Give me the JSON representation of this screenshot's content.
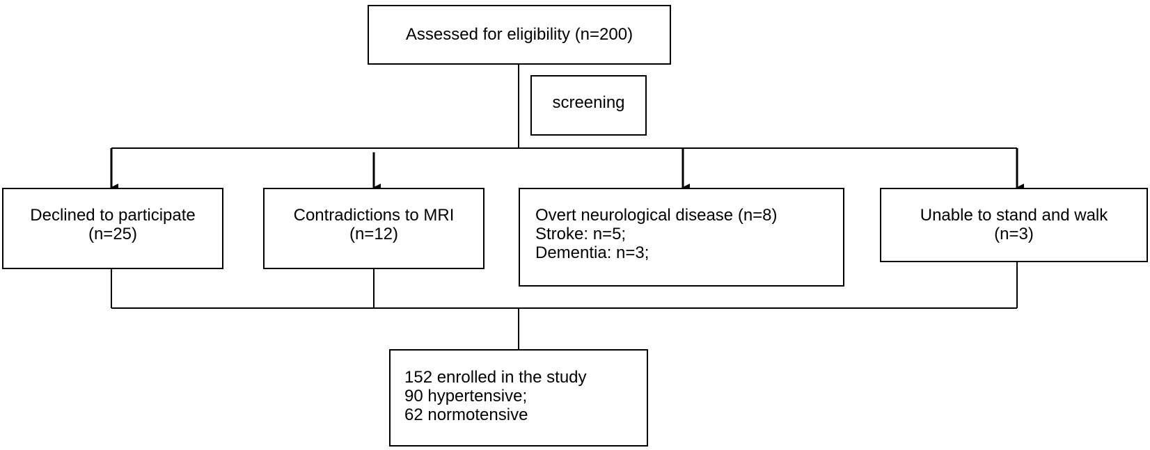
{
  "flow": {
    "assessed": {
      "lines": [
        "Assessed for eligibility (n=200)"
      ]
    },
    "screening": {
      "lines": [
        "screening"
      ]
    },
    "exclusions": [
      {
        "lines": [
          "Declined to participate",
          "(n=25)"
        ]
      },
      {
        "lines": [
          "Contradictions to MRI",
          "(n=12)"
        ]
      },
      {
        "lines": [
          "Overt neurological disease (n=8)",
          "Stroke: n=5;",
          "Dementia: n=3;"
        ]
      },
      {
        "lines": [
          "Unable to stand and walk",
          "(n=3)"
        ]
      }
    ],
    "enrolled": {
      "lines": [
        "152 enrolled in the study",
        "90 hypertensive;",
        "62 normotensive"
      ]
    }
  },
  "colors": {
    "stroke": "#000000",
    "fill": "#ffffff"
  }
}
